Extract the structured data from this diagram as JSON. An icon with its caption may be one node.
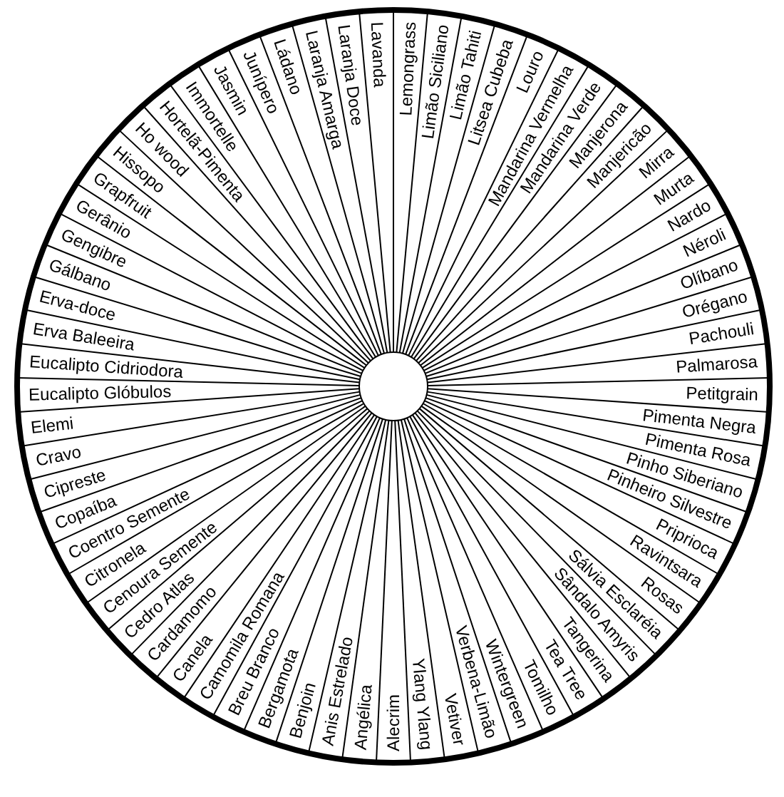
{
  "diagram": {
    "nodes": [
      {
        "text": [
          "Lemongrass"
        ]
      },
      {
        "text": [
          "Limão Siciliano"
        ]
      },
      {
        "text": [
          "Limão Tahiti"
        ]
      },
      {
        "text": [
          "Litsea Cubeba"
        ]
      },
      {
        "text": [
          "Louro"
        ]
      },
      {
        "text": [
          "Mandarina Vermelha"
        ]
      },
      {
        "text": [
          "Mandarina Verde"
        ]
      },
      {
        "text": [
          "Manjerona"
        ]
      },
      {
        "text": [
          "Manjericão"
        ]
      },
      {
        "text": [
          "Mirra"
        ]
      },
      {
        "text": [
          "Murta"
        ]
      },
      {
        "text": [
          "Nardo"
        ]
      },
      {
        "text": [
          "Néroli"
        ]
      },
      {
        "text": [
          "Olíbano"
        ]
      },
      {
        "text": [
          "Orégano"
        ]
      },
      {
        "text": [
          "Pachouli"
        ]
      },
      {
        "text": [
          "Palmarosa"
        ]
      },
      {
        "text": [
          "Petitgrain"
        ]
      },
      {
        "text": [
          "Pimenta Negra"
        ]
      },
      {
        "text": [
          "Pimenta Rosa"
        ]
      },
      {
        "text": [
          "Pinho Siberiano"
        ]
      },
      {
        "text": [
          "Pinheiro Silvestre"
        ]
      },
      {
        "text": [
          "Priprioca"
        ]
      },
      {
        "text": [
          "Ravintsara"
        ]
      },
      {
        "text": [
          "Rosas"
        ]
      },
      {
        "text": [
          "Sálvia Esclaréia"
        ]
      },
      {
        "text": [
          "Sândalo Amyris"
        ]
      },
      {
        "text": [
          "Tangerina"
        ]
      },
      {
        "text": [
          "Tea Tree"
        ]
      },
      {
        "text": [
          "Tomilho"
        ]
      },
      {
        "text": [
          "Wintergreen"
        ]
      },
      {
        "text": [
          "Verbena-Limão"
        ]
      },
      {
        "text": [
          "Vetiver"
        ]
      },
      {
        "text": [
          "Ylang Ylang"
        ]
      },
      {
        "text": [
          "Alecrim"
        ]
      },
      {
        "text": [
          "Angélica"
        ]
      },
      {
        "text": [
          "Anis Estrelado"
        ]
      },
      {
        "text": [
          "Benjoin"
        ]
      },
      {
        "text": [
          "Bergamota"
        ]
      },
      {
        "text": [
          "Breu Branco"
        ]
      },
      {
        "text": [
          "Camomila Romana"
        ]
      },
      {
        "text": [
          "Canela"
        ]
      },
      {
        "text": [
          "Cardamomo"
        ]
      },
      {
        "text": [
          "Cedro Atlas"
        ]
      },
      {
        "text": [
          "Cenoura Semente"
        ]
      },
      {
        "text": [
          "Citronela"
        ]
      },
      {
        "text": [
          "Coentro Semente"
        ]
      },
      {
        "text": [
          "Copaíba"
        ]
      },
      {
        "text": [
          "Cipreste"
        ]
      },
      {
        "text": [
          "Cravo"
        ]
      },
      {
        "text": [
          "Elemi"
        ]
      },
      {
        "text": [
          "Eucalipto Glóbulos"
        ]
      },
      {
        "text": [
          "Eucalipto Cidriodora"
        ]
      },
      {
        "text": [
          "Erva Baleeira"
        ]
      },
      {
        "text": [
          "Erva-doce"
        ]
      },
      {
        "text": [
          "Gálbano"
        ]
      },
      {
        "text": [
          "Gengibre"
        ]
      },
      {
        "text": [
          "Gerânio"
        ]
      },
      {
        "text": [
          "Grapfruit"
        ]
      },
      {
        "text": [
          "Hissopo"
        ]
      },
      {
        "text": [
          "Ho wood"
        ]
      },
      {
        "text": [
          "Hortelã-Pimenta"
        ]
      },
      {
        "text": [
          "Immortelle"
        ]
      },
      {
        "text": [
          "Jasmin"
        ]
      },
      {
        "text": [
          "Junípero"
        ]
      },
      {
        "text": [
          "Ládano"
        ]
      },
      {
        "text": [
          "Laranja Amarga"
        ]
      },
      {
        "text": [
          "Laranja Doce"
        ]
      },
      {
        "text": [
          "Lavanda"
        ]
      }
    ]
  }
}
